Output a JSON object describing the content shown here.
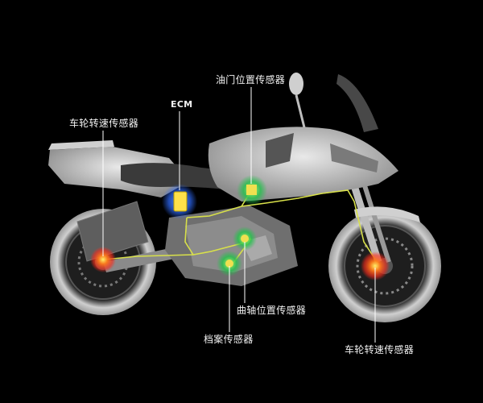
{
  "labels": {
    "ecm": "ECM",
    "throttle_position_sensor": "油门位置传感器",
    "rear_wheel_speed_sensor": "车轮转速传感器",
    "crankshaft_position_sensor": "曲轴位置传感器",
    "gear_position_sensor": "档案传感器",
    "front_wheel_speed_sensor": "车轮转速传感器"
  },
  "colors": {
    "background": "#000000",
    "leader_line": "#ffffff",
    "wire_harness": "#d8e04a",
    "ecm_glow": "#2f6cff",
    "sensor_glow_green": "#22c24a",
    "wheel_sensor_glow": "#ff4a1a"
  }
}
